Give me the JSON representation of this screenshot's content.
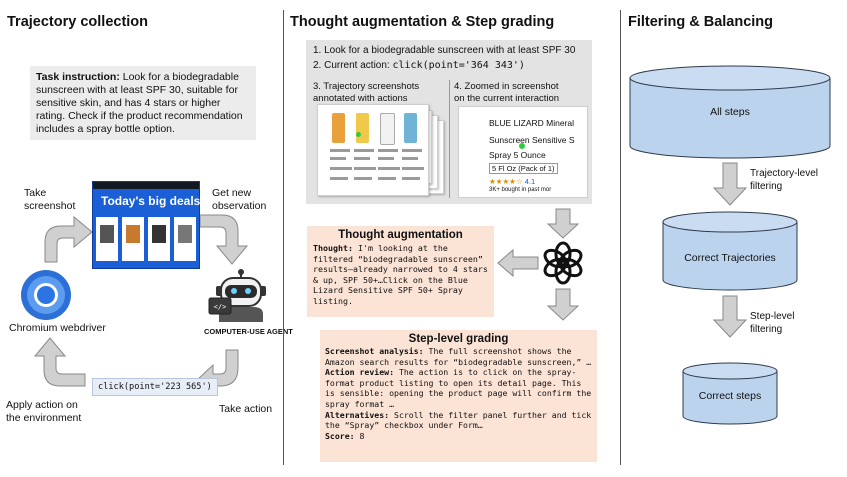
{
  "section1": {
    "title": "Trajectory collection",
    "task_bold": "Task instruction:",
    "task_text": " Look for a biodegradable sunscreen with at least SPF 30, suitable for sensitive skin, and has 4 stars or higher rating. Check if the product recommendation includes a spray bottle option.",
    "take_screenshot": [
      "Take",
      "screenshot"
    ],
    "get_observation": [
      "Get new",
      "observation"
    ],
    "deals_title": "Today's big deals",
    "chromium_label": "Chromium webdriver",
    "agent_label": "COMPUTER-USE AGENT",
    "click_code": "click(point='223 565')",
    "take_action": "Take action",
    "apply_action": [
      "Apply action on",
      "the environment"
    ]
  },
  "section2": {
    "title": "Thought augmentation & Step grading",
    "line1": "1. Look for a biodegradable sunscreen with at least SPF 30",
    "line2_prefix": "2. Current action: ",
    "line2_code": "click(point='364 343')",
    "label3": [
      "3. Trajectory screenshots",
      "annotated with actions"
    ],
    "label4": [
      "4. Zoomed in screenshot",
      "on the current interaction"
    ],
    "zoom_lines": [
      "BLUE LIZARD Mineral",
      "Sunscreen Sensitive S",
      "Spray 5 Ounce"
    ],
    "zoom_size": "5 Fl Oz (Pack of 1)",
    "zoom_rating": "4.1",
    "zoom_bought": "3K+ bought in past mor",
    "thought_title": "Thought augmentation",
    "thought_bold": "Thought:",
    "thought_text": " I'm looking at the filtered “biodegradable sunscreen” results—already narrowed to 4 stars & up, SPF 50+…Click on the Blue Lizard Sensitive SPF 50+ Spray listing.",
    "grading_title": "Step-level grading",
    "g1_bold": "Screenshot analysis:",
    "g1_text": " The full screenshot shows the Amazon search results for “biodegradable sunscreen,” …",
    "g2_bold": "Action review:",
    "g2_text": " The action is to click on the spray-format product listing to open its detail page.  This is sensible: opening the product page will confirm the spray format …",
    "g3_bold": "Alternatives:",
    "g3_text": " Scroll the filter panel further and tick the “Spray” checkbox under Form…",
    "g4_bold": "Score:",
    "g4_text": " 8"
  },
  "section3": {
    "title": "Filtering & Balancing",
    "cyl1": "All steps",
    "arrow1": [
      "Trajectory-level",
      "filtering"
    ],
    "cyl2": "Correct Trajectories",
    "arrow2": [
      "Step-level",
      "filtering"
    ],
    "cyl3": "Correct steps"
  },
  "colors": {
    "cylinder_fill": "#bcd3ee",
    "cylinder_stroke": "#2f3b4c",
    "card_fill": "#fbe3d6",
    "arrow_fill": "#d0d0d0",
    "deals_blue": "#1a5fd6"
  }
}
